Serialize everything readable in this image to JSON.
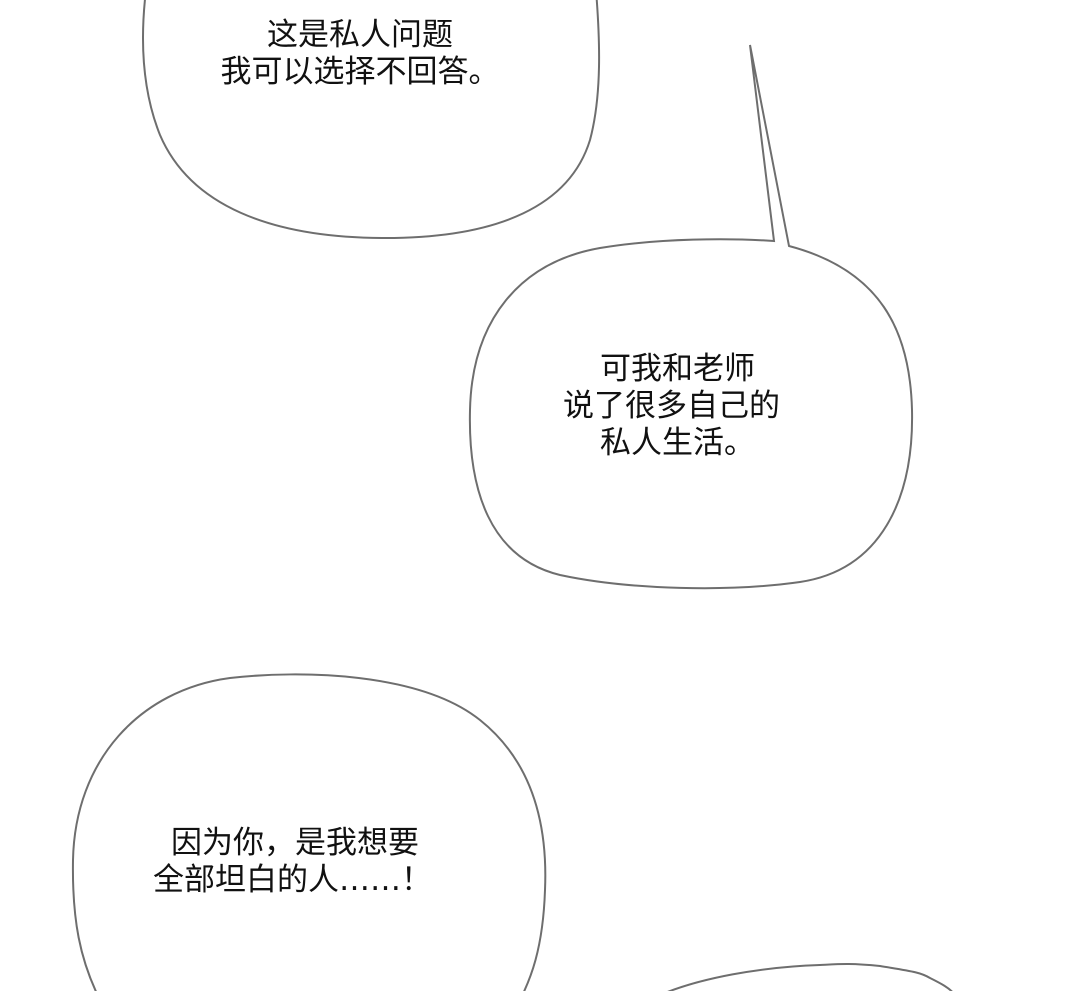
{
  "panel": {
    "background": "#ffffff",
    "outline_color": "#6e6e6e"
  },
  "bubbles": [
    {
      "id": "bubble-1",
      "lines": [
        "这是私人问题",
        "我可以选择不回答。"
      ]
    },
    {
      "id": "bubble-2",
      "lines": [
        "可我和老师",
        "说了很多自己的",
        "私人生活。"
      ]
    },
    {
      "id": "bubble-3",
      "lines": [
        "因为你，是我想要",
        "全部坦白的人……！"
      ]
    },
    {
      "id": "bubble-4",
      "lines": []
    }
  ]
}
